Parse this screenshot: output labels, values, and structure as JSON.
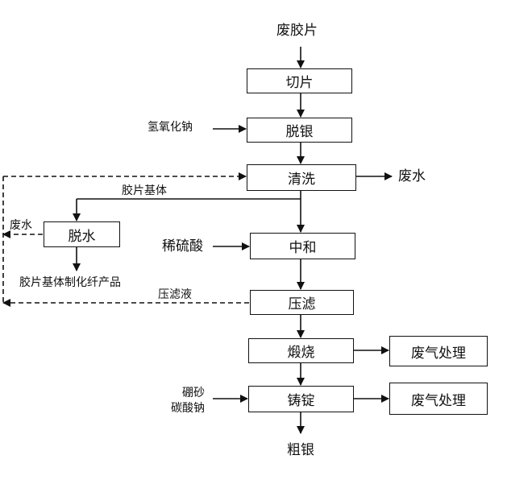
{
  "input": "废胶片",
  "steps": {
    "cut": "切片",
    "desilver": "脱银",
    "wash": "清洗",
    "neutralize": "中和",
    "filter": "压滤",
    "calcine": "煅烧",
    "cast": "铸锭",
    "dewater": "脱水"
  },
  "side_inputs": {
    "naoh": "氢氧化钠",
    "dilute_acid": "稀硫酸",
    "borax": "硼砂",
    "soda": "碳酸钠"
  },
  "outputs": {
    "wash_waste_water": "废水",
    "dewater_waste_water": "废水",
    "base_material": "胶片基体",
    "base_products": "胶片基体制化纤产品",
    "filtrate": "压滤液",
    "gas_treatment_1": "废气处理",
    "gas_treatment_2": "废气处理",
    "final_product": "粗银"
  }
}
